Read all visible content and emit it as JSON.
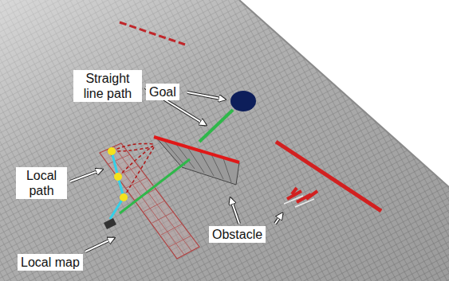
{
  "diagram": {
    "nodes": [
      {
        "text": [
          "Straight line path"
        ]
      },
      {
        "text": [
          "Goal"
        ]
      },
      {
        "text": [
          "Local path"
        ]
      },
      {
        "text": [
          "Obstacle"
        ]
      },
      {
        "text": [
          "Local map"
        ]
      }
    ]
  }
}
